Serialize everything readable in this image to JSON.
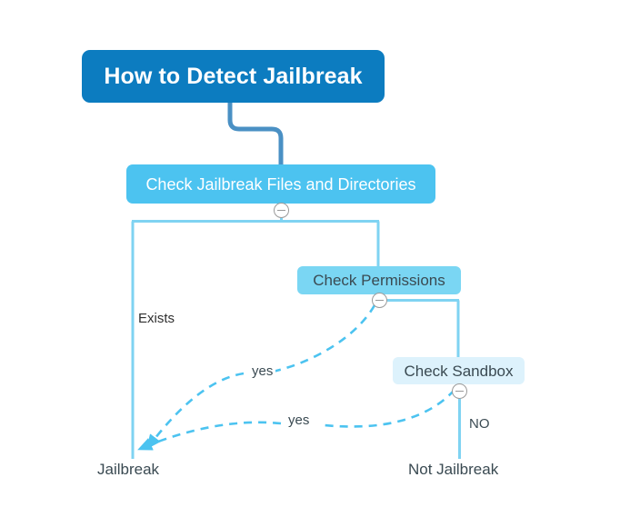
{
  "diagram": {
    "title": "How to Detect Jailbreak",
    "type": "mind-map-flowchart",
    "background_color": "#ffffff",
    "nodes": {
      "root": {
        "label": "How to Detect Jailbreak",
        "level": 0,
        "fill": "#0c7cc0",
        "text_color": "#ffffff"
      },
      "level1": {
        "label": "Check Jailbreak Files and Directories",
        "level": 1,
        "fill": "#4cc3f0",
        "text_color": "#ffffff"
      },
      "level2": {
        "label": "Check Permissions",
        "level": 2,
        "fill": "#7ad6f3",
        "text_color": "#3a4a52"
      },
      "level3": {
        "label": "Check Sandbox",
        "level": 3,
        "fill": "#ddf2fc",
        "text_color": "#3a4a52"
      },
      "leaf_jailbreak": {
        "label": "Jailbreak",
        "text_color": "#3a4a52"
      },
      "leaf_not_jailbreak": {
        "label": "Not Jailbreak",
        "text_color": "#3a4a52"
      }
    },
    "edge_labels": {
      "exists": "Exists",
      "yes_permissions": "yes",
      "yes_sandbox": "yes",
      "no_sandbox": "NO"
    },
    "edge_colors": {
      "solid": "#7fd3f2",
      "root_connector": "#4a90c4",
      "dashed": "#4cc3f0"
    },
    "toggles": {
      "icon": "collapse-minus-icon",
      "stroke": "#9a9a9a",
      "fill": "#ffffff"
    }
  }
}
